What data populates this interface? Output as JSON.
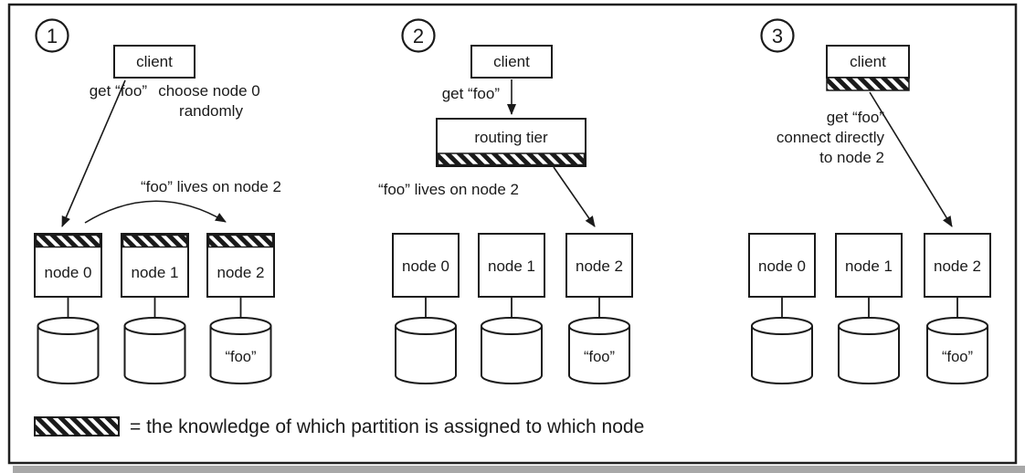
{
  "panel1": {
    "number": "1",
    "client": "client",
    "get_label": "get “foo”",
    "note_line1": "choose node 0",
    "note_line2": "randomly",
    "lives_label": "“foo” lives on node 2",
    "node0": "node 0",
    "node1": "node 1",
    "node2": "node 2",
    "foo": "“foo”"
  },
  "panel2": {
    "number": "2",
    "client": "client",
    "get_label": "get “foo”",
    "routing_tier": "routing tier",
    "lives_label": "“foo” lives on node 2",
    "node0": "node 0",
    "node1": "node 1",
    "node2": "node 2",
    "foo": "“foo”"
  },
  "panel3": {
    "number": "3",
    "client": "client",
    "get_line1": "get “foo”",
    "get_line2": "connect directly",
    "get_line3": "to node 2",
    "node0": "node 0",
    "node1": "node 1",
    "node2": "node 2",
    "foo": "“foo”"
  },
  "legend": {
    "text": "= the knowledge of which partition is assigned to which node"
  }
}
